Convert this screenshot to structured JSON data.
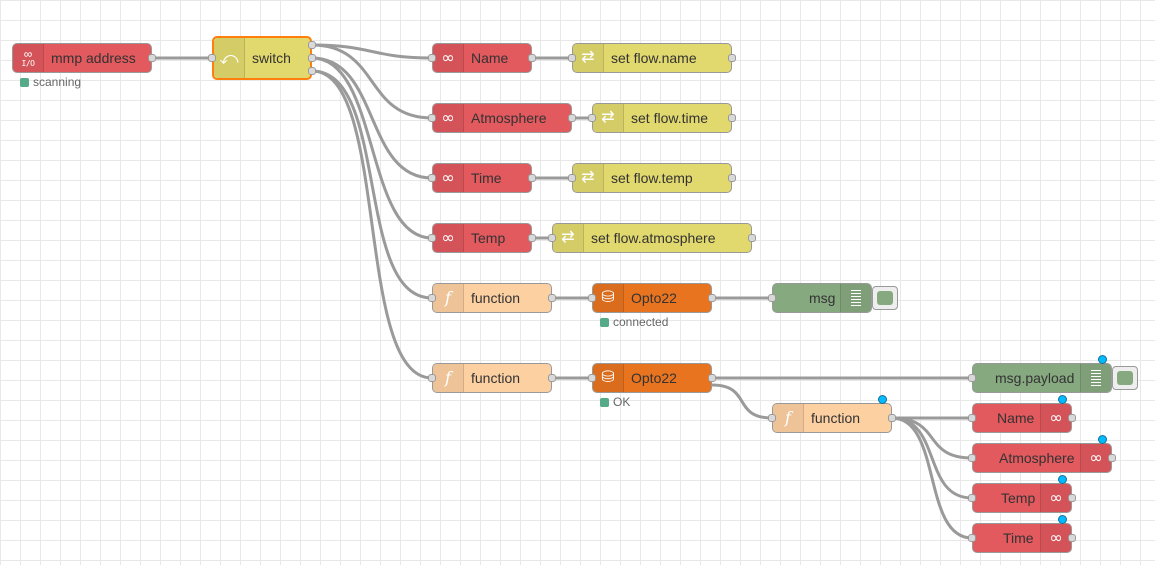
{
  "colors": {
    "mmp": "#e2595e",
    "switch": "#e2d96e",
    "change": "#e2d96e",
    "function": "#fdd0a2",
    "opto": "#e8741f",
    "debug": "#87a980",
    "wire": "#9a9a9a",
    "changed_dot": "#00bcff",
    "selection": "#ff7f0e"
  },
  "nodes": {
    "mmp_address": {
      "label": "mmp address",
      "icon": "mmp-io-icon",
      "icon_text": "I/O",
      "status": "scanning"
    },
    "switch": {
      "label": "switch",
      "icon": "switch-icon"
    },
    "read_name": {
      "label": "Name",
      "icon": "mmp-read-icon"
    },
    "read_atmosphere": {
      "label": "Atmosphere",
      "icon": "mmp-read-icon"
    },
    "read_time": {
      "label": "Time",
      "icon": "mmp-read-icon"
    },
    "read_temp": {
      "label": "Temp",
      "icon": "mmp-read-icon"
    },
    "set_name": {
      "label": "set flow.name",
      "icon": "change-icon"
    },
    "set_time": {
      "label": "set flow.time",
      "icon": "change-icon"
    },
    "set_temp": {
      "label": "set flow.temp",
      "icon": "change-icon"
    },
    "set_atmosphere": {
      "label": "set flow.atmosphere",
      "icon": "change-icon"
    },
    "function_1": {
      "label": "function",
      "icon": "function-icon"
    },
    "opto22_1": {
      "label": "Opto22",
      "icon": "database-icon",
      "status": "connected"
    },
    "debug_msg": {
      "label": "msg",
      "icon": "debug-icon"
    },
    "function_2": {
      "label": "function",
      "icon": "function-icon"
    },
    "opto22_2": {
      "label": "Opto22",
      "icon": "database-icon",
      "status": "OK"
    },
    "debug_payload": {
      "label": "msg.payload",
      "icon": "debug-icon"
    },
    "function_3": {
      "label": "function",
      "icon": "function-icon"
    },
    "write_name": {
      "label": "Name",
      "icon": "mmp-write-icon"
    },
    "write_atmosphere": {
      "label": "Atmosphere",
      "icon": "mmp-write-icon"
    },
    "write_temp": {
      "label": "Temp",
      "icon": "mmp-write-icon"
    },
    "write_time": {
      "label": "Time",
      "icon": "mmp-write-icon"
    }
  }
}
